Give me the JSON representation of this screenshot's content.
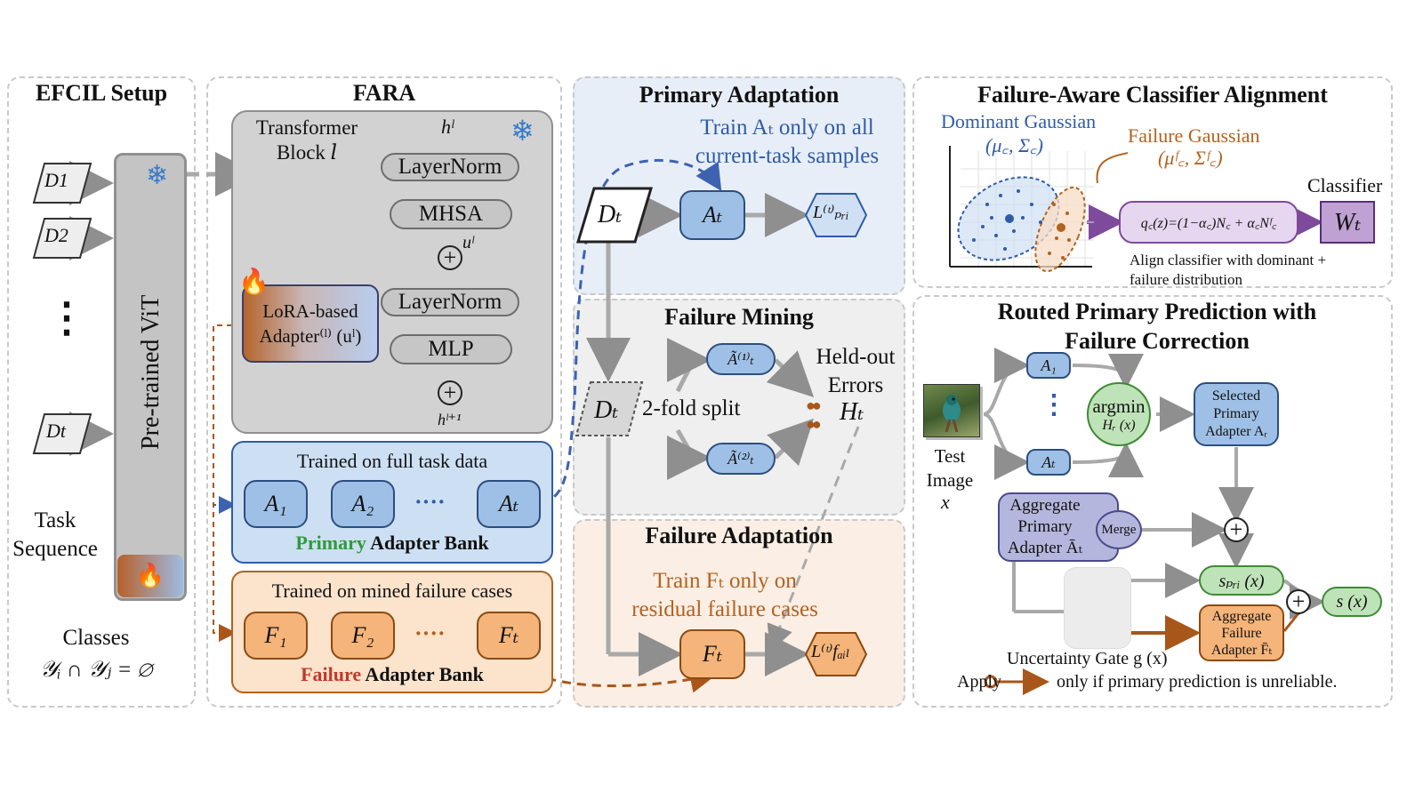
{
  "panels": {
    "efcil": {
      "title": "EFCIL Setup",
      "vit_label": "Pre-trained ViT",
      "datasets": [
        "D1",
        "D2",
        "Dt"
      ],
      "ellipsis": "⋮",
      "task_sequence": "Task\nSequence",
      "classes": "Classes",
      "class_constraint": "𝒴ᵢ ∩ 𝒴ⱼ = ∅"
    },
    "fara": {
      "title": "FARA",
      "transformer_block": "Transformer\nBlock 𝑙",
      "h_in": "hˡ",
      "h_out": "hˡ⁺¹",
      "u_label": "uˡ",
      "layernorm1": "LayerNorm",
      "mhsa": "MHSA",
      "layernorm2": "LayerNorm",
      "mlp": "MLP",
      "lora_adapter": "LoRA-based\nAdapter⁽ˡ⁾ (uˡ)",
      "primary_bank_caption": "Trained on full task data",
      "primary_bank_label_colored": "Primary",
      "primary_bank_label_rest": " Adapter Bank",
      "primary_adapters": [
        "A₁",
        "A₂",
        "Aₜ"
      ],
      "failure_bank_caption": "Trained on mined failure cases",
      "failure_bank_label_colored": "Failure",
      "failure_bank_label_rest": " Adapter Bank",
      "failure_adapters": [
        "F₁",
        "F₂",
        "Fₜ"
      ],
      "dots": "····"
    },
    "primary_adaptation": {
      "title": "Primary Adaptation",
      "note": "Train Aₜ only on all\ncurrent-task samples",
      "dataset": "Dₜ",
      "adapter": "Aₜ",
      "loss": "L⁽ᵗ⁾ₚᵣᵢ"
    },
    "failure_mining": {
      "title": "Failure Mining",
      "dataset": "Dₜ",
      "split": "2-fold split",
      "fold1": "Ã⁽¹⁾ₜ",
      "fold2": "Ã⁽²⁾ₜ",
      "held_out": "Held-out\nErrors",
      "errors_symbol": "Hₜ"
    },
    "failure_adaptation": {
      "title": "Failure Adaptation",
      "note": "Train Fₜ only on\nresidual failure cases",
      "adapter": "Fₜ",
      "loss": "L⁽ᵗ⁾fₐᵢₗ"
    },
    "alignment": {
      "title": "Failure-Aware Classifier Alignment",
      "dominant": "Dominant Gaussian",
      "dominant_params": "(μ꜀, Σ꜀)",
      "failure": "Failure Gaussian",
      "failure_params": "(μᶠ꜀, Σᶠ꜀)",
      "formula": "q꜀(z)=(1−α꜀)N꜀ + α꜀Nᶠ꜀",
      "classifier_label": "Classifier",
      "classifier": "Wₜ",
      "caption": "Align classifier with dominant +\nfailure distribution"
    },
    "routing": {
      "title": "Routed Primary Prediction with\nFailure Correction",
      "test_image": "Test\nImage",
      "x": "x",
      "a1": "A₁",
      "at": "Aₜ",
      "vdots": "⋮",
      "argmin": "argmin",
      "argmin_sub": "Hᵣ (x)",
      "selected": "Selected\nPrimary\nAdapter Aᵣ",
      "aggregate_primary": "Aggregate\nPrimary\nAdapter Āₜ",
      "merge": "Merge",
      "s_pri": "sₚᵣᵢ (x)",
      "s_total": "s (x)",
      "aggregate_failure": "Aggregate\nFailure\nAdapter F̄ₜ",
      "gate": "Uncertainty Gate g (x)",
      "apply_prefix": "Apply",
      "apply_suffix": "only if primary prediction is unreliable."
    }
  },
  "colors": {
    "primary_blue": "#2f5ca8",
    "failure_orange": "#b3621f",
    "primary_green": "#2e9b3a",
    "failure_red": "#c0392b",
    "purple": "#7e4a9c"
  }
}
